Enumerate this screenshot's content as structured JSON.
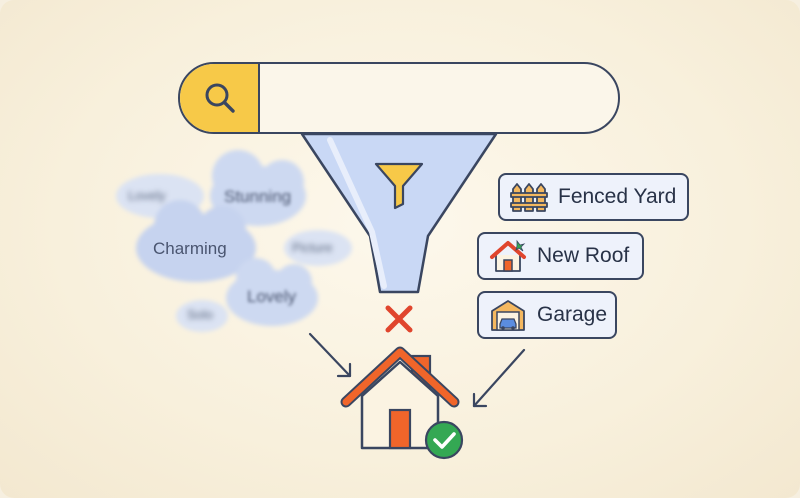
{
  "search": {
    "icon": "magnifier-icon"
  },
  "funnel": {
    "icon": "filter-icon"
  },
  "vague_words": [
    {
      "text": "Lovely",
      "style": "faint"
    },
    {
      "text": "Stunning",
      "style": "sharp"
    },
    {
      "text": "Charming",
      "style": "sharp"
    },
    {
      "text": "Picture",
      "style": "faint"
    },
    {
      "text": "Lovely",
      "style": "sharp"
    },
    {
      "text": "Solo",
      "style": "faint"
    }
  ],
  "features": [
    {
      "label": "Fenced Yard",
      "icon": "fence-icon"
    },
    {
      "label": "New Roof",
      "icon": "house-roof-icon"
    },
    {
      "label": "Garage",
      "icon": "garage-icon"
    }
  ],
  "outcome": {
    "rejected_icon": "x-mark-icon",
    "result_icon": "house-icon",
    "approved_icon": "check-badge-icon"
  },
  "colors": {
    "accent_yellow": "#f7c948",
    "funnel_blue": "#c9d8f5",
    "cloud_blue": "#cdd9f1",
    "house_orange": "#f0652a",
    "check_green": "#34a853",
    "reject_red": "#e0452d",
    "outline": "#3a4660"
  }
}
